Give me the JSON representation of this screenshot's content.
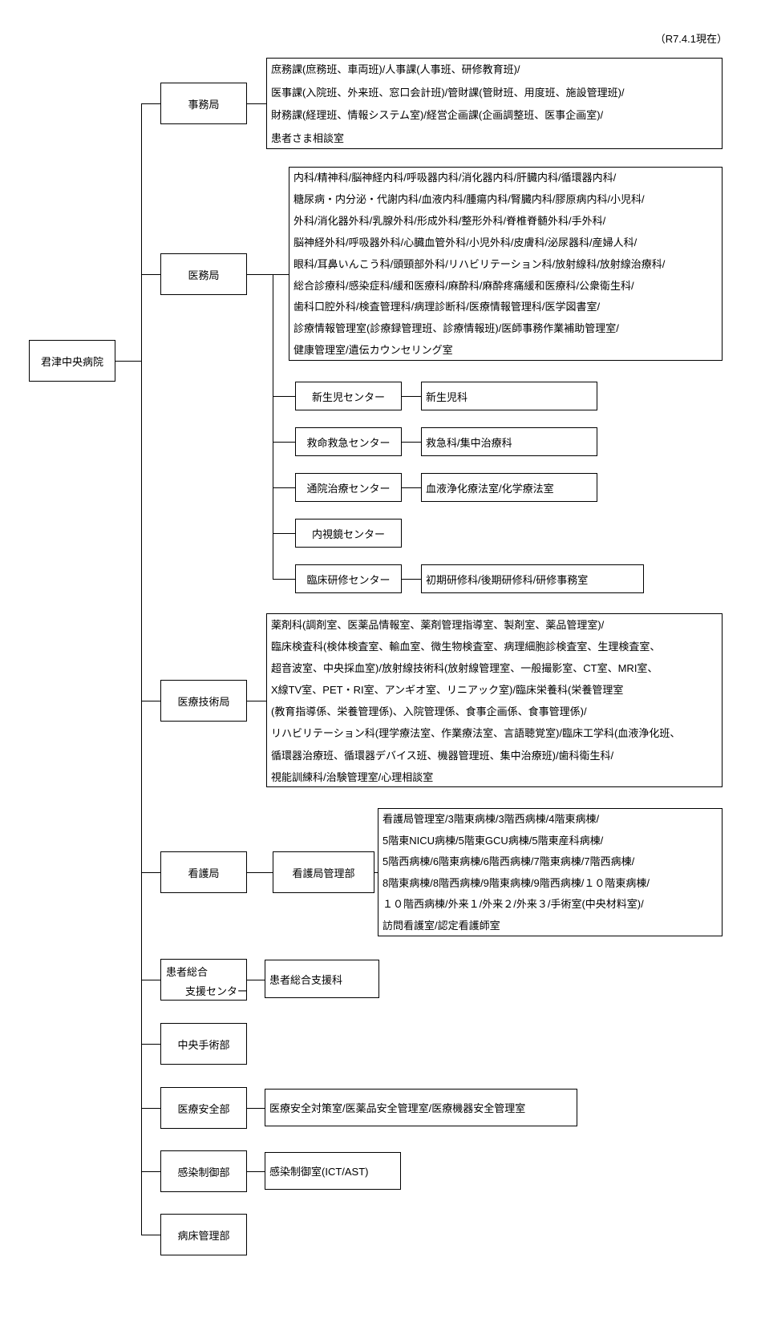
{
  "header": {
    "date_note": "（R7.4.1現在）"
  },
  "root": {
    "label": "君津中央病院"
  },
  "jimukyoku": {
    "label": "事務局",
    "lines": [
      "庶務課(庶務班、車両班)/人事課(人事班、研修教育班)/",
      "医事課(入院班、外来班、窓口会計班)/管財課(管財班、用度班、施設管理班)/",
      "財務課(経理班、情報システム室)/経営企画課(企画調整班、医事企画室)/",
      "患者さま相談室"
    ]
  },
  "imukyoku": {
    "label": "医務局",
    "lines": [
      "内科/精神科/脳神経内科/呼吸器内科/消化器内科/肝臓内科/循環器内科/",
      "糖尿病・内分泌・代謝内科/血液内科/腫瘍内科/腎臓内科/膠原病内科/小児科/",
      "外科/消化器外科/乳腺外科/形成外科/整形外科/脊椎脊髄外科/手外科/",
      "脳神経外科/呼吸器外科/心臓血管外科/小児外科/皮膚科/泌尿器科/産婦人科/",
      "眼科/耳鼻いんこう科/頭頸部外科/リハビリテーション科/放射線科/放射線治療科/",
      "総合診療科/感染症科/緩和医療科/麻酔科/麻酔疼痛緩和医療科/公衆衛生科/",
      "歯科口腔外科/検査管理科/病理診断科/医療情報管理科/医学図書室/",
      "診療情報管理室(診療録管理班、診療情報班)/医師事務作業補助管理室/",
      "健康管理室/遺伝カウンセリング室"
    ],
    "centers": [
      {
        "label": "新生児センター",
        "detail": "新生児科"
      },
      {
        "label": "救命救急センター",
        "detail": "救急科/集中治療科"
      },
      {
        "label": "通院治療センター",
        "detail": "血液浄化療法室/化学療法室"
      },
      {
        "label": "内視鏡センター"
      },
      {
        "label": "臨床研修センター",
        "detail": "初期研修科/後期研修科/研修事務室"
      }
    ]
  },
  "gijutsukyoku": {
    "label": "医療技術局",
    "lines": [
      "薬剤科(調剤室、医薬品情報室、薬剤管理指導室、製剤室、薬品管理室)/",
      "臨床検査科(検体検査室、輸血室、微生物検査室、病理細胞診検査室、生理検査室、",
      "超音波室、中央採血室)/放射線技術科(放射線管理室、一般撮影室、CT室、MRI室、",
      "X線TV室、PET・RI室、アンギオ室、リニアック室)/臨床栄養科(栄養管理室",
      "(教育指導係、栄養管理係)、入院管理係、食事企画係、食事管理係)/",
      "リハビリテーション科(理学療法室、作業療法室、言語聴覚室)/臨床工学科(血液浄化班、",
      "循環器治療班、循環器デバイス班、機器管理班、集中治療班)/歯科衛生科/",
      "視能訓練科/治験管理室/心理相談室"
    ]
  },
  "kangokyoku": {
    "label": "看護局",
    "kanribu_label": "看護局管理部",
    "lines": [
      "看護局管理室/3階東病棟/3階西病棟/4階東病棟/",
      "5階東NICU病棟/5階東GCU病棟/5階東産科病棟/",
      "5階西病棟/6階東病棟/6階西病棟/7階東病棟/7階西病棟/",
      "8階東病棟/8階西病棟/9階東病棟/9階西病棟/１０階東病棟/",
      "１０階西病棟/外来１/外来２/外来３/手術室(中央材料室)/",
      "訪問看護室/認定看護師室"
    ]
  },
  "shien_center": {
    "label_line1": "患者総合",
    "label_line2": "支援センター",
    "detail": "患者総合支援科"
  },
  "shujutsubu": {
    "label": "中央手術部"
  },
  "anzenbu": {
    "label": "医療安全部",
    "detail": "医療安全対策室/医薬品安全管理室/医療機器安全管理室"
  },
  "kansenbu": {
    "label": "感染制御部",
    "detail": "感染制御室(ICT/AST)"
  },
  "byoshobu": {
    "label": "病床管理部"
  }
}
